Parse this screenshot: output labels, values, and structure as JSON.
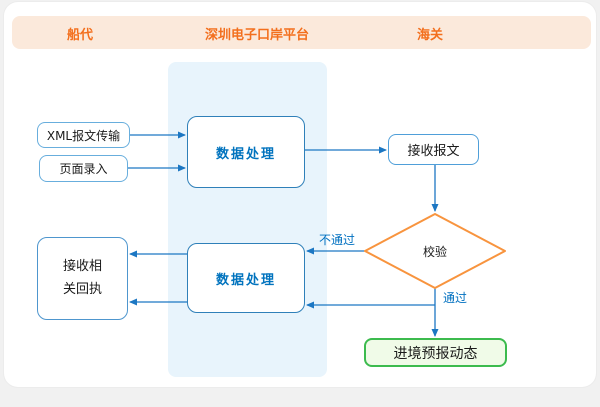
{
  "header": {
    "columns": [
      {
        "id": "shipping-agent",
        "label": "船代"
      },
      {
        "id": "platform",
        "label": "深圳电子口岸平台"
      },
      {
        "id": "customs",
        "label": "海关"
      }
    ]
  },
  "nodes": {
    "xml_transfer": {
      "label": "XML报文传输"
    },
    "page_entry": {
      "label": "页面录入"
    },
    "data_process_1": {
      "label": "数据处理"
    },
    "receive_message": {
      "label": "接收报文"
    },
    "check": {
      "label": "校验"
    },
    "receive_receipt": {
      "line1": "接收相",
      "line2": "关回执"
    },
    "data_process_2": {
      "label": "数据处理"
    },
    "entry_forecast": {
      "label": "进境预报动态"
    }
  },
  "edge_labels": {
    "fail": "不通过",
    "pass": "通过"
  },
  "colors": {
    "header_text": "#f36f1d",
    "header_background": "#fbe9db",
    "lane_background": "#e8f4fc",
    "process_text": "#0173be",
    "arrow": "#1c77c3",
    "edge_label_text": "#0070c0",
    "check_border": "#f8943e",
    "forecast_border": "#3cbb4e",
    "forecast_background": "#f0fbe8",
    "small_node_border": "#68aedd"
  }
}
